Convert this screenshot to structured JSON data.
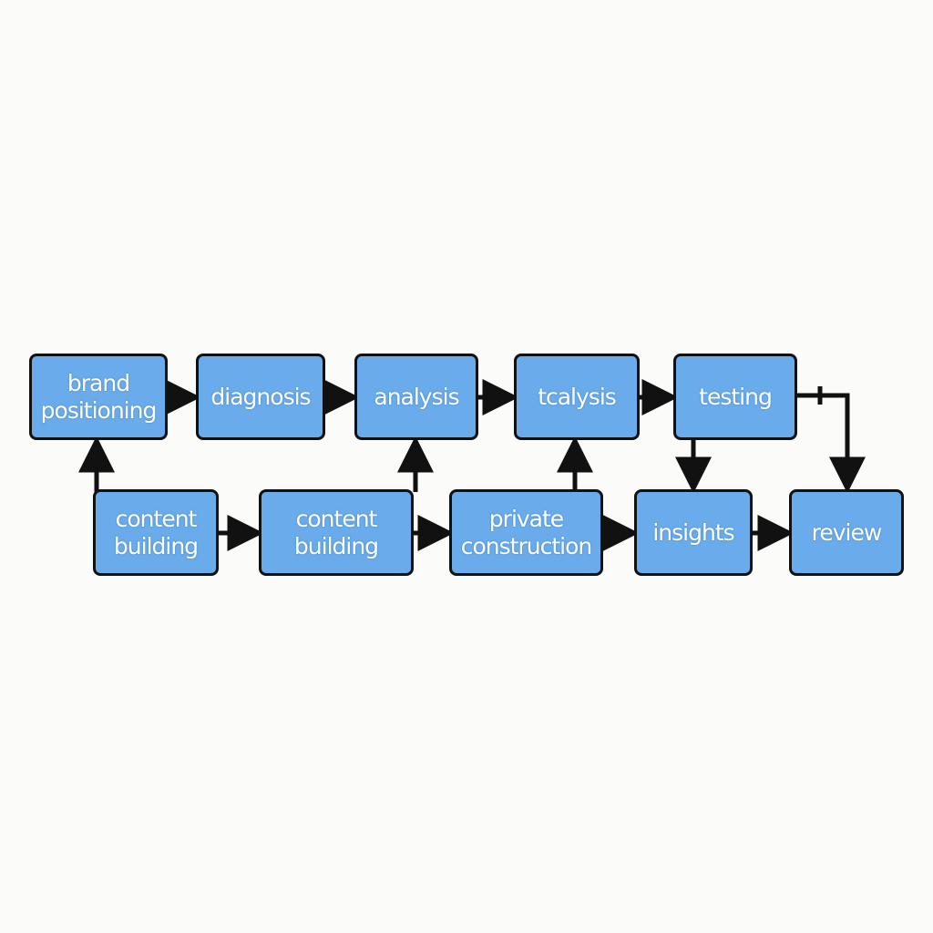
{
  "diagram": {
    "nodes": [
      {
        "id": "brand-positioning",
        "label": "brand\npositioning"
      },
      {
        "id": "diagnosis",
        "label": "diagnosis"
      },
      {
        "id": "analysis",
        "label": "analysis"
      },
      {
        "id": "tcalysis",
        "label": "tcalysis"
      },
      {
        "id": "testing",
        "label": "testing"
      },
      {
        "id": "content-building-1",
        "label": "content\nbuilding"
      },
      {
        "id": "content-building-2",
        "label": "content\nbuilding"
      },
      {
        "id": "private-construction",
        "label": "private\nconstruction"
      },
      {
        "id": "insights",
        "label": "insights"
      },
      {
        "id": "review",
        "label": "review"
      }
    ],
    "edges": [
      {
        "from": "brand-positioning",
        "to": "diagnosis"
      },
      {
        "from": "diagnosis",
        "to": "analysis"
      },
      {
        "from": "analysis",
        "to": "tcalysis"
      },
      {
        "from": "tcalysis",
        "to": "testing"
      },
      {
        "from": "testing",
        "to": "insights"
      },
      {
        "from": "testing",
        "to": "review"
      },
      {
        "from": "content-building-1",
        "to": "brand-positioning"
      },
      {
        "from": "content-building-1",
        "to": "content-building-2"
      },
      {
        "from": "content-building-2",
        "to": "analysis"
      },
      {
        "from": "content-building-2",
        "to": "private-construction"
      },
      {
        "from": "private-construction",
        "to": "tcalysis"
      },
      {
        "from": "private-construction",
        "to": "insights"
      },
      {
        "from": "insights",
        "to": "review"
      }
    ],
    "colors": {
      "node_fill": "#6aaceb",
      "node_border": "#111111",
      "label": "#ffffff",
      "arrow": "#111111",
      "background": "#fbfbf9"
    }
  }
}
